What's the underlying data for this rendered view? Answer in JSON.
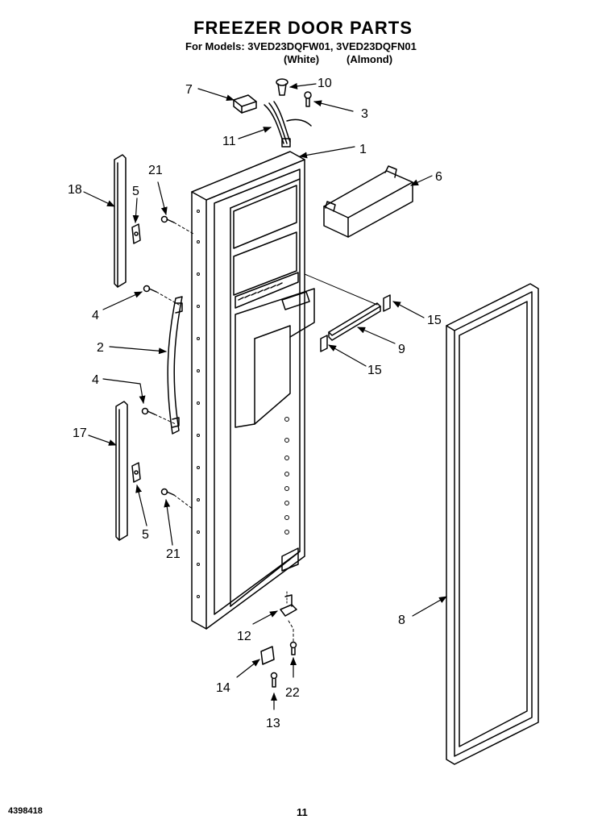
{
  "header": {
    "title": "FREEZER DOOR PARTS",
    "models_line": "For Models: 3VED23DQFW01, 3VED23DQFN01",
    "color_white": "(White)",
    "color_almond": "(Almond)"
  },
  "footer": {
    "doc_number": "4398418",
    "page_number": "11"
  },
  "callouts": [
    "7",
    "10",
    "3",
    "11",
    "1",
    "6",
    "18",
    "21",
    "5",
    "4",
    "2",
    "4",
    "17",
    "5",
    "21",
    "15",
    "9",
    "15",
    "8",
    "12",
    "14",
    "22",
    "13"
  ]
}
